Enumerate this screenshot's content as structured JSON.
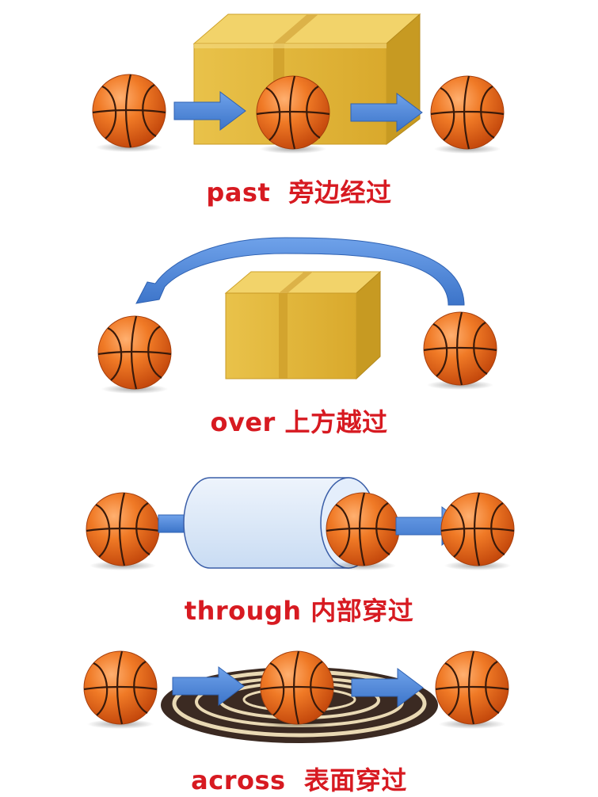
{
  "colors": {
    "caption": "#d71a21",
    "ball": "#e8671a",
    "ball_seam": "#3a1a0a",
    "arrow": "#4f86d9",
    "box": "#e2b63b",
    "tube": "#dce9f8",
    "rug": "#3b2a22"
  },
  "sections": [
    {
      "id": "past",
      "caption": "past  旁边经过",
      "obstacle": "box"
    },
    {
      "id": "over",
      "caption": "over 上方越过",
      "obstacle": "box"
    },
    {
      "id": "through",
      "caption": "through 内部穿过",
      "obstacle": "tube"
    },
    {
      "id": "across",
      "caption": "across  表面穿过",
      "obstacle": "rug"
    }
  ]
}
